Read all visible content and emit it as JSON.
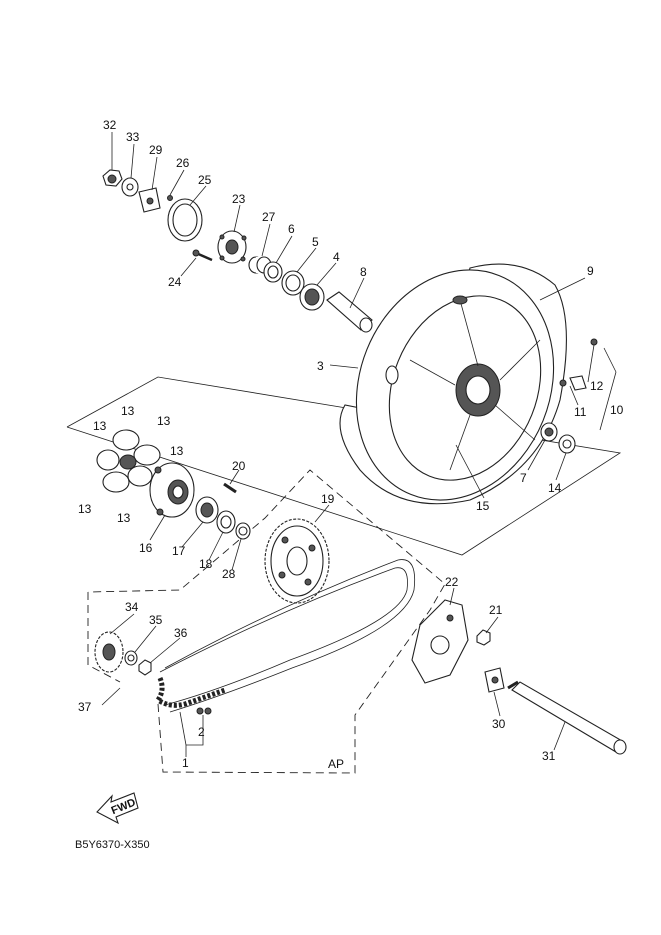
{
  "diagram_code": "B5Y6370-X350",
  "fwd_label": "FWD",
  "ap_label": "AP",
  "labels": {
    "p1": "1",
    "p2": "2",
    "p3": "3",
    "p4": "4",
    "p5": "5",
    "p6": "6",
    "p7": "7",
    "p8": "8",
    "p9": "9",
    "p10": "10",
    "p11": "11",
    "p12": "12",
    "p13a": "13",
    "p13b": "13",
    "p13c": "13",
    "p13d": "13",
    "p13e": "13",
    "p13f": "13",
    "p14": "14",
    "p15": "15",
    "p16": "16",
    "p17": "17",
    "p18": "18",
    "p19": "19",
    "p20": "20",
    "p21": "21",
    "p22": "22",
    "p23": "23",
    "p24": "24",
    "p25": "25",
    "p26": "26",
    "p27": "27",
    "p28": "28",
    "p29": "29",
    "p30": "30",
    "p31": "31",
    "p32": "32",
    "p33": "33",
    "p34": "34",
    "p35": "35",
    "p36": "36",
    "p37": "37"
  }
}
